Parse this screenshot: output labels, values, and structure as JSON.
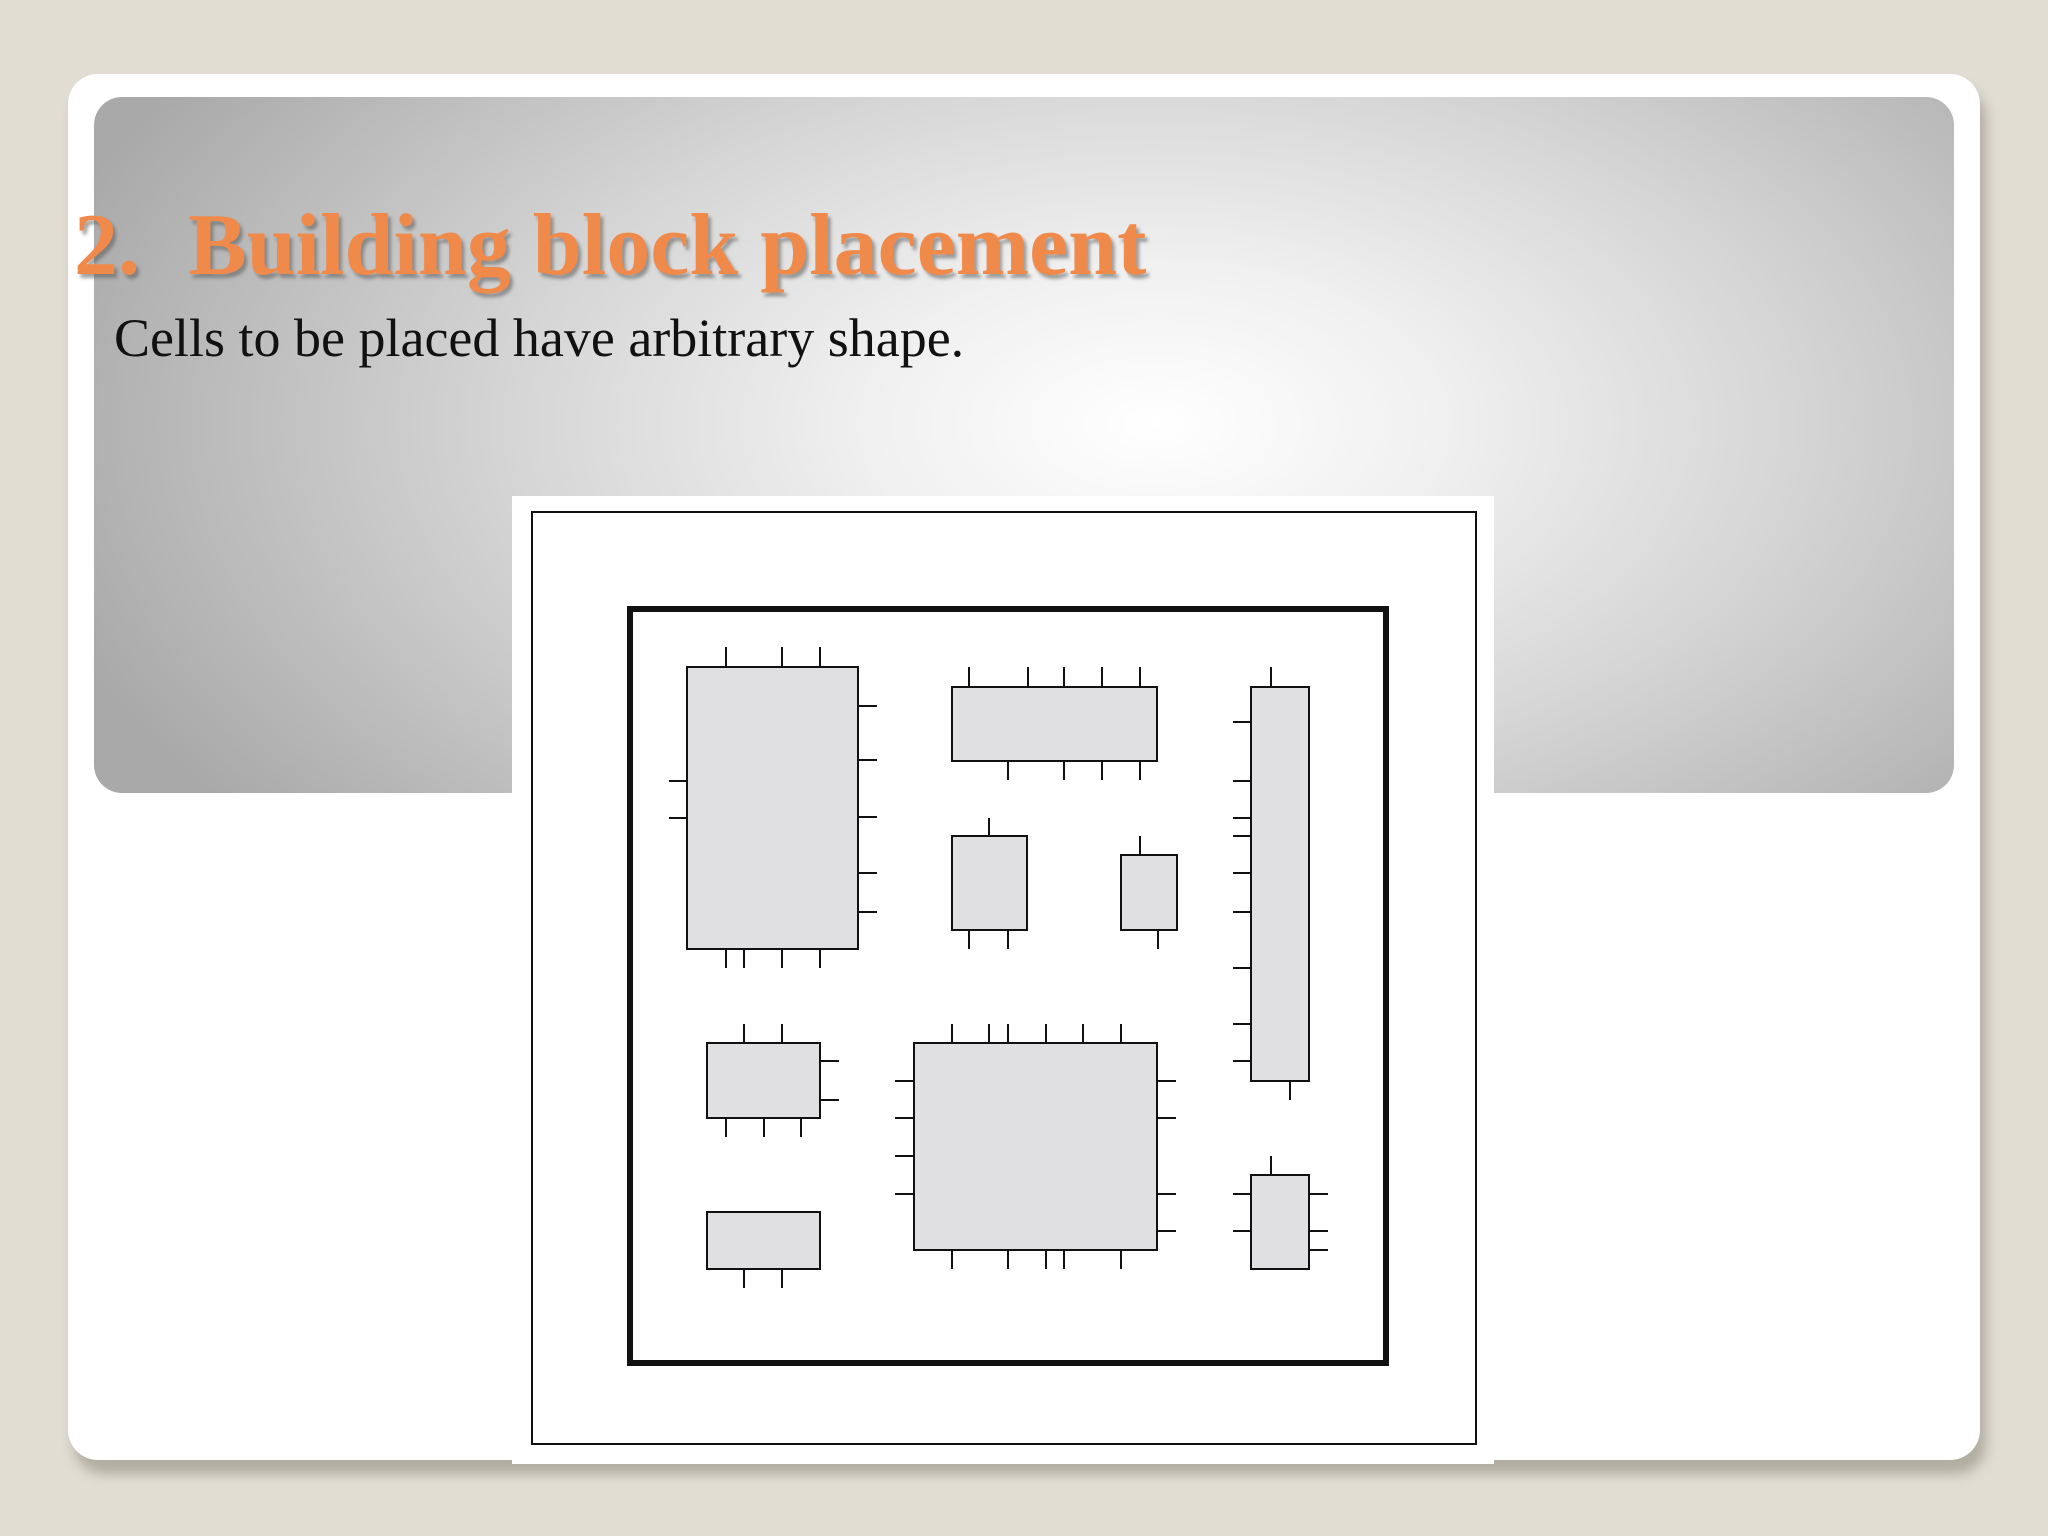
{
  "slide": {
    "title_number": "2.",
    "title_text": "Building block placement",
    "subtitle": "Cells to be placed have arbitrary shape."
  },
  "colors": {
    "title": "#f08a4b",
    "cell_fill": "#e0dfe2",
    "line": "#111111"
  },
  "diagram": {
    "description_blocks": [
      {
        "id": "block-large-left",
        "pins": [
          "top",
          "right",
          "left",
          "bottom"
        ]
      },
      {
        "id": "block-wide-top",
        "pins": [
          "top",
          "bottom"
        ]
      },
      {
        "id": "block-tall-right",
        "pins": [
          "top",
          "left",
          "bottom"
        ]
      },
      {
        "id": "block-small-center",
        "pins": [
          "top",
          "bottom"
        ]
      },
      {
        "id": "block-tiny-center",
        "pins": [
          "top",
          "bottom"
        ]
      },
      {
        "id": "block-small-left",
        "pins": [
          "top",
          "right",
          "bottom"
        ]
      },
      {
        "id": "block-big-center",
        "pins": [
          "top",
          "left",
          "right",
          "bottom"
        ]
      },
      {
        "id": "block-flat-bottom-left",
        "pins": [
          "bottom"
        ]
      },
      {
        "id": "block-small-bottom-right",
        "pins": [
          "top",
          "left",
          "right"
        ]
      }
    ]
  }
}
